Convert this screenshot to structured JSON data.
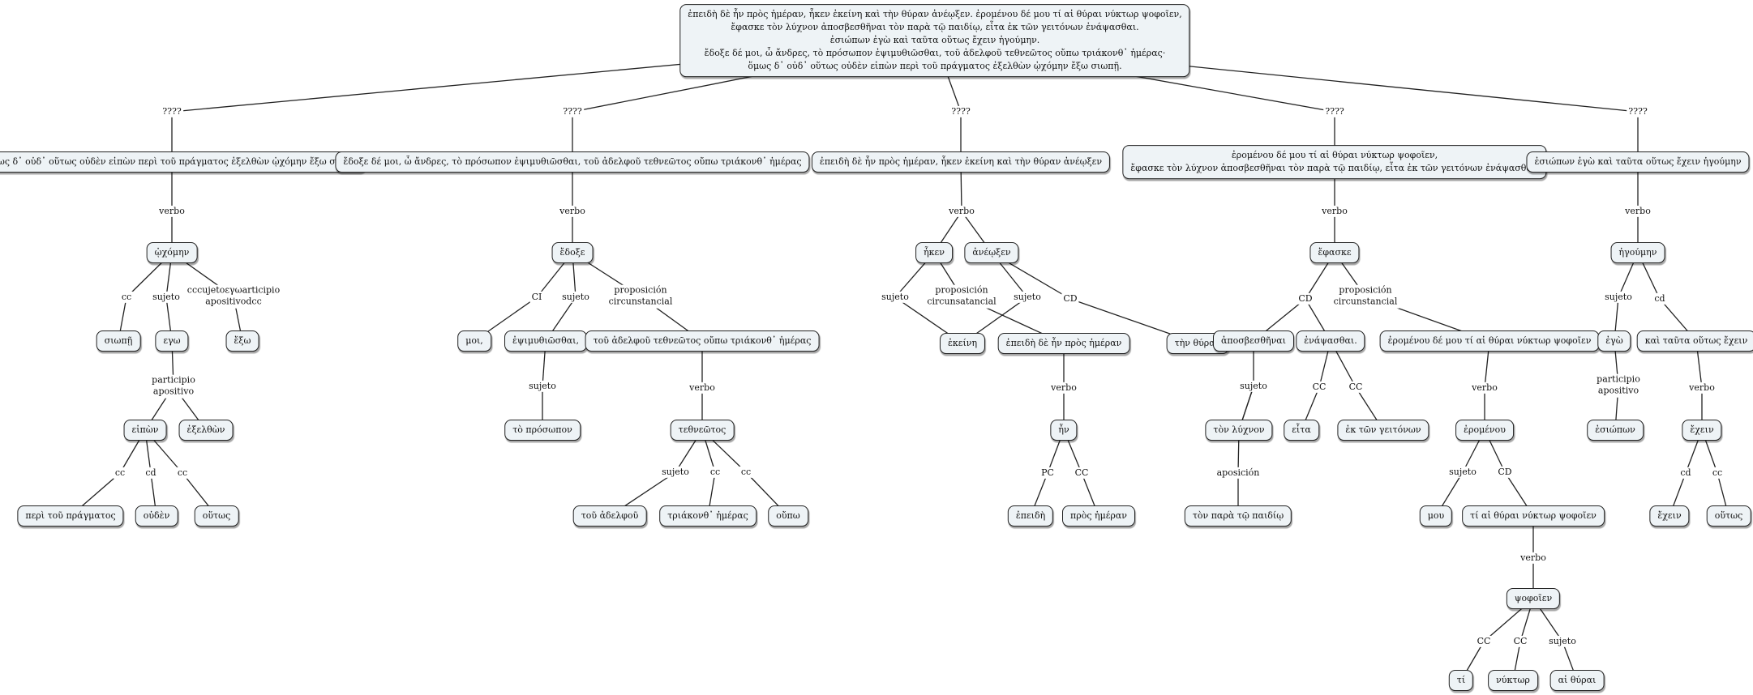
{
  "nodes": [
    {
      "id": "root",
      "lines": [
        "ἐπειδὴ δὲ ἦν πρὸς ἡμέραν, ἧκεν ἐκείνη καὶ τὴν θύραν ἀνέῳξεν. ἐρομένου δέ μου τί αἱ θύραι νύκτωρ ψοφοῖεν,",
        "ἔφασκε τὸν λύχνον ἀποσβεσθῆναι τὸν παρὰ τῷ παιδίῳ, εἶτα ἐκ τῶν γειτόνων ἐνάψασθαι.",
        "ἐσιώπων ἐγὼ καὶ ταῦτα οὕτως ἔχειν ἡγούμην.",
        "ἔδοξε δέ μοι, ὦ ἄνδρες, τὸ πρόσωπον ἐψιμυθιῶσθαι, τοῦ ἀδελφοῦ τεθνεῶτος οὔπω τριάκονθ᾽ ἡμέρας·",
        "ὅμως δ᾽ οὐδ᾽ οὕτως οὐδὲν εἰπὼν περὶ τοῦ πράγματος ἐξελθὼν ᾠχόμην ἔξω σιωπῇ."
      ]
    },
    {
      "id": "s1",
      "lines": [
        "ὅμως δ᾽ οὐδ᾽ οὕτως οὐδὲν εἰπὼν περὶ τοῦ πράγματος ἐξελθὼν ᾠχόμην ἔξω σιωπῇ"
      ]
    },
    {
      "id": "s1v",
      "lines": [
        "ᾠχόμην"
      ]
    },
    {
      "id": "s1cc",
      "lines": [
        "σιωπῇ"
      ]
    },
    {
      "id": "s1suj",
      "lines": [
        "εγω"
      ]
    },
    {
      "id": "s1ex",
      "lines": [
        "ἔξω"
      ]
    },
    {
      "id": "s1eipon",
      "lines": [
        "εἰπὼν"
      ]
    },
    {
      "id": "s1exel",
      "lines": [
        "ἐξελθὼν"
      ]
    },
    {
      "id": "s1peri",
      "lines": [
        "περὶ τοῦ πράγματος"
      ]
    },
    {
      "id": "s1ouden",
      "lines": [
        "οὐδὲν"
      ]
    },
    {
      "id": "s1houtos",
      "lines": [
        "οὕτως"
      ]
    },
    {
      "id": "s2",
      "lines": [
        "ἔδοξε δέ μοι, ὦ ἄνδρες, τὸ πρόσωπον ἐψιμυθιῶσθαι, τοῦ ἀδελφοῦ τεθνεῶτος οὔπω τριάκονθ᾽ ἡμέρας"
      ]
    },
    {
      "id": "s2v",
      "lines": [
        "ἔδοξε"
      ]
    },
    {
      "id": "s2moi",
      "lines": [
        "μοι,"
      ]
    },
    {
      "id": "s2eps",
      "lines": [
        "ἐψιμυθιῶσθαι,"
      ]
    },
    {
      "id": "s2gen",
      "lines": [
        "τοῦ ἀδελφοῦ τεθνεῶτος οὔπω τριάκονθ᾽ ἡμέρας"
      ]
    },
    {
      "id": "s2pros",
      "lines": [
        "τὸ πρόσωπον"
      ]
    },
    {
      "id": "s2teth",
      "lines": [
        "τεθνεῶτος"
      ]
    },
    {
      "id": "s2adel",
      "lines": [
        "τοῦ ἀδελφοῦ"
      ]
    },
    {
      "id": "s2tria",
      "lines": [
        "τριάκονθ᾽ ἡμέρας"
      ]
    },
    {
      "id": "s2oupo",
      "lines": [
        "οὔπω"
      ]
    },
    {
      "id": "s3",
      "lines": [
        "ἐπειδὴ δὲ ἦν πρὸς ἡμέραν, ἧκεν ἐκείνη καὶ τὴν θύραν ἀνέῳξεν"
      ]
    },
    {
      "id": "s3hken",
      "lines": [
        "ἧκεν"
      ]
    },
    {
      "id": "s3aneo",
      "lines": [
        "ἀνέῳξεν"
      ]
    },
    {
      "id": "s3ekeine",
      "lines": [
        "ἐκείνη"
      ]
    },
    {
      "id": "s3epeide",
      "lines": [
        "ἐπειδὴ δὲ ἦν πρὸς ἡμέραν"
      ]
    },
    {
      "id": "s3thyran",
      "lines": [
        "τὴν θύραν"
      ]
    },
    {
      "id": "s3en",
      "lines": [
        "ἦν"
      ]
    },
    {
      "id": "s3epei",
      "lines": [
        "ἐπειδὴ"
      ]
    },
    {
      "id": "s3pros",
      "lines": [
        "πρὸς ἡμέραν"
      ]
    },
    {
      "id": "s4",
      "lines": [
        "ἐρομένου δέ μου τί αἱ θύραι νύκτωρ ψοφοῖεν,",
        "ἔφασκε τὸν λύχνον ἀποσβεσθῆναι τὸν παρὰ τῷ παιδίῳ, εἶτα ἐκ τῶν γειτόνων ἐνάψασθαι."
      ]
    },
    {
      "id": "s4v",
      "lines": [
        "ἔφασκε"
      ]
    },
    {
      "id": "s4apo",
      "lines": [
        "ἀποσβεσθῆναι"
      ]
    },
    {
      "id": "s4ena",
      "lines": [
        "ἐνάψασθαι."
      ]
    },
    {
      "id": "s4gen",
      "lines": [
        "ἐρομένου δέ μου τί αἱ θύραι νύκτωρ ψοφοῖεν"
      ]
    },
    {
      "id": "s4lych",
      "lines": [
        "τὸν λύχνον"
      ]
    },
    {
      "id": "s4eita",
      "lines": [
        "εἶτα"
      ]
    },
    {
      "id": "s4ek",
      "lines": [
        "ἐκ τῶν γειτόνων"
      ]
    },
    {
      "id": "s4para",
      "lines": [
        "τὸν παρὰ τῷ παιδίῳ"
      ]
    },
    {
      "id": "s4erom",
      "lines": [
        "ἐρομένου"
      ]
    },
    {
      "id": "s4mou",
      "lines": [
        "μου"
      ]
    },
    {
      "id": "s4ti",
      "lines": [
        "τί αἱ θύραι νύκτωρ ψοφοῖεν"
      ]
    },
    {
      "id": "s4psof",
      "lines": [
        "ψοφοῖεν"
      ]
    },
    {
      "id": "s4ti2",
      "lines": [
        "τί"
      ]
    },
    {
      "id": "s4nyk",
      "lines": [
        "νύκτωρ"
      ]
    },
    {
      "id": "s4thy",
      "lines": [
        "αἱ θύραι"
      ]
    },
    {
      "id": "s5",
      "lines": [
        "ἐσιώπων ἐγὼ καὶ ταῦτα οὕτως ἔχειν ἡγούμην"
      ]
    },
    {
      "id": "s5v",
      "lines": [
        "ἡγούμην"
      ]
    },
    {
      "id": "s5ego",
      "lines": [
        "ἐγὼ"
      ]
    },
    {
      "id": "s5kai",
      "lines": [
        "καὶ ταῦτα οὕτως ἔχειν"
      ]
    },
    {
      "id": "s5esi",
      "lines": [
        "ἐσιώπων"
      ]
    },
    {
      "id": "s5echein",
      "lines": [
        "ἔχειν"
      ]
    },
    {
      "id": "s5echein2",
      "lines": [
        "ἔχειν"
      ]
    },
    {
      "id": "s5houtos",
      "lines": [
        "οὕτως"
      ]
    }
  ],
  "labels": [
    {
      "id": "q1",
      "lines": [
        "????"
      ]
    },
    {
      "id": "q2",
      "lines": [
        "????"
      ]
    },
    {
      "id": "q3",
      "lines": [
        "????"
      ]
    },
    {
      "id": "q4",
      "lines": [
        "????"
      ]
    },
    {
      "id": "q5",
      "lines": [
        "????"
      ]
    },
    {
      "id": "l1verbo",
      "lines": [
        "verbo"
      ]
    },
    {
      "id": "l1cc",
      "lines": [
        "cc"
      ]
    },
    {
      "id": "l1suj",
      "lines": [
        "sujeto"
      ]
    },
    {
      "id": "l1weird",
      "lines": [
        "cccujetoεγωarticipio",
        "apositivodcc"
      ]
    },
    {
      "id": "l1part",
      "lines": [
        "participio",
        "apositivo"
      ]
    },
    {
      "id": "l1cc2",
      "lines": [
        "cc"
      ]
    },
    {
      "id": "l1cd",
      "lines": [
        "cd"
      ]
    },
    {
      "id": "l1cc3",
      "lines": [
        "cc"
      ]
    },
    {
      "id": "l2verbo",
      "lines": [
        "verbo"
      ]
    },
    {
      "id": "l2ci",
      "lines": [
        "CI"
      ]
    },
    {
      "id": "l2suj",
      "lines": [
        "sujeto"
      ]
    },
    {
      "id": "l2prop",
      "lines": [
        "proposición",
        "circunstancial"
      ]
    },
    {
      "id": "l2suj2",
      "lines": [
        "sujeto"
      ]
    },
    {
      "id": "l2verbo2",
      "lines": [
        "verbo"
      ]
    },
    {
      "id": "l2suj3",
      "lines": [
        "sujeto"
      ]
    },
    {
      "id": "l2cc1",
      "lines": [
        "cc"
      ]
    },
    {
      "id": "l2cc2",
      "lines": [
        "cc"
      ]
    },
    {
      "id": "l3verbo",
      "lines": [
        "verbo"
      ]
    },
    {
      "id": "l3suj",
      "lines": [
        "sujeto"
      ]
    },
    {
      "id": "l3prop",
      "lines": [
        "proposición",
        "circunsatancial"
      ]
    },
    {
      "id": "l3suj2",
      "lines": [
        "sujeto"
      ]
    },
    {
      "id": "l3cd",
      "lines": [
        "CD"
      ]
    },
    {
      "id": "l3verbo2",
      "lines": [
        "verbo"
      ]
    },
    {
      "id": "l3pc",
      "lines": [
        "PC"
      ]
    },
    {
      "id": "l3cc",
      "lines": [
        "CC"
      ]
    },
    {
      "id": "l4verbo",
      "lines": [
        "verbo"
      ]
    },
    {
      "id": "l4cd",
      "lines": [
        "CD"
      ]
    },
    {
      "id": "l4prop",
      "lines": [
        "proposición",
        "circunstancial"
      ]
    },
    {
      "id": "l4suj",
      "lines": [
        "sujeto"
      ]
    },
    {
      "id": "l4cc1",
      "lines": [
        "CC"
      ]
    },
    {
      "id": "l4cc2",
      "lines": [
        "CC"
      ]
    },
    {
      "id": "l4apos",
      "lines": [
        "aposición"
      ]
    },
    {
      "id": "l4verbo2",
      "lines": [
        "verbo"
      ]
    },
    {
      "id": "l4suj2",
      "lines": [
        "sujeto"
      ]
    },
    {
      "id": "l4cd2",
      "lines": [
        "CD"
      ]
    },
    {
      "id": "l4verbo3",
      "lines": [
        "verbo"
      ]
    },
    {
      "id": "l4cc3",
      "lines": [
        "CC"
      ]
    },
    {
      "id": "l4cc4",
      "lines": [
        "CC"
      ]
    },
    {
      "id": "l4suj3",
      "lines": [
        "sujeto"
      ]
    },
    {
      "id": "l5verbo",
      "lines": [
        "verbo"
      ]
    },
    {
      "id": "l5suj",
      "lines": [
        "sujeto"
      ]
    },
    {
      "id": "l5cd",
      "lines": [
        "cd"
      ]
    },
    {
      "id": "l5part",
      "lines": [
        "participio",
        "apositivo"
      ]
    },
    {
      "id": "l5verbo2",
      "lines": [
        "verbo"
      ]
    },
    {
      "id": "l5cd2",
      "lines": [
        "cd"
      ]
    },
    {
      "id": "l5cc",
      "lines": [
        "cc"
      ]
    }
  ]
}
